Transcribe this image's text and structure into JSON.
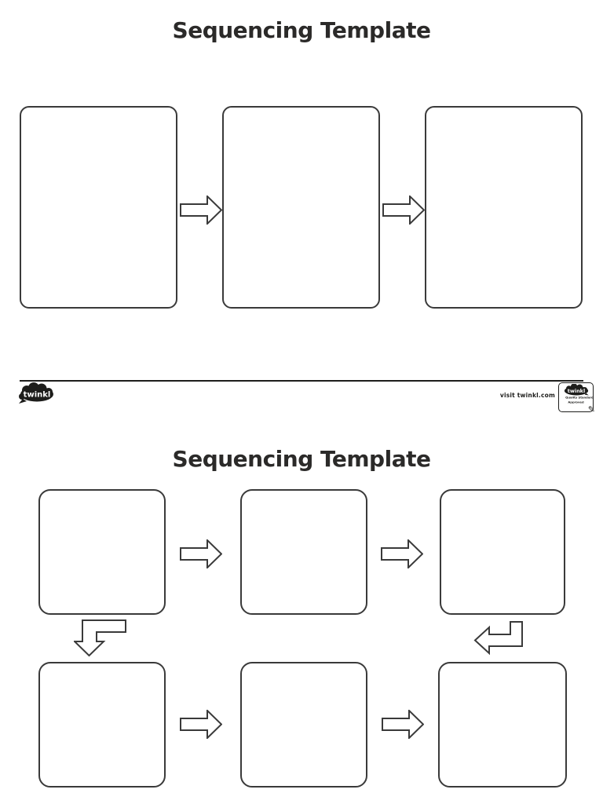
{
  "page1": {
    "title": "Sequencing Template",
    "box_count": 3,
    "footer": {
      "logo": "twinkl",
      "visit": "visit twinkl.com",
      "badge_logo": "twinkl",
      "badge_line1": "Quality Standard",
      "badge_line2": "Approved"
    }
  },
  "page2": {
    "title": "Sequencing Template",
    "box_count": 6
  },
  "icons": {
    "pencil": "✎"
  },
  "colors": {
    "background": "#ffffff",
    "ink": "#2b2a29",
    "box_border": "#3a3a3a",
    "logo_fill": "#1d1d1b"
  }
}
